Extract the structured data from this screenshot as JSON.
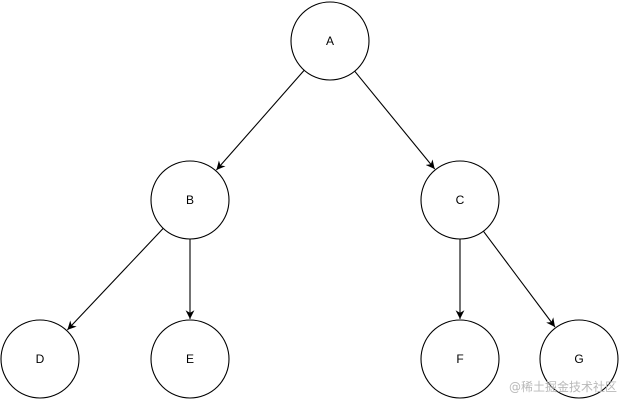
{
  "diagram": {
    "nodes": [
      {
        "id": "A",
        "label": "A"
      },
      {
        "id": "B",
        "label": "B"
      },
      {
        "id": "C",
        "label": "C"
      },
      {
        "id": "D",
        "label": "D"
      },
      {
        "id": "E",
        "label": "E"
      },
      {
        "id": "F",
        "label": "F"
      },
      {
        "id": "G",
        "label": "G"
      }
    ],
    "edges": [
      {
        "from": "A",
        "to": "B"
      },
      {
        "from": "A",
        "to": "C"
      },
      {
        "from": "B",
        "to": "D"
      },
      {
        "from": "B",
        "to": "E"
      },
      {
        "from": "C",
        "to": "F"
      },
      {
        "from": "C",
        "to": "G"
      }
    ],
    "colors": {
      "stroke": "#000000",
      "fill": "#ffffff",
      "text": "#000000",
      "watermark": "#b9b9b9"
    }
  },
  "watermark": {
    "text": "@稀土掘金技术社区"
  }
}
